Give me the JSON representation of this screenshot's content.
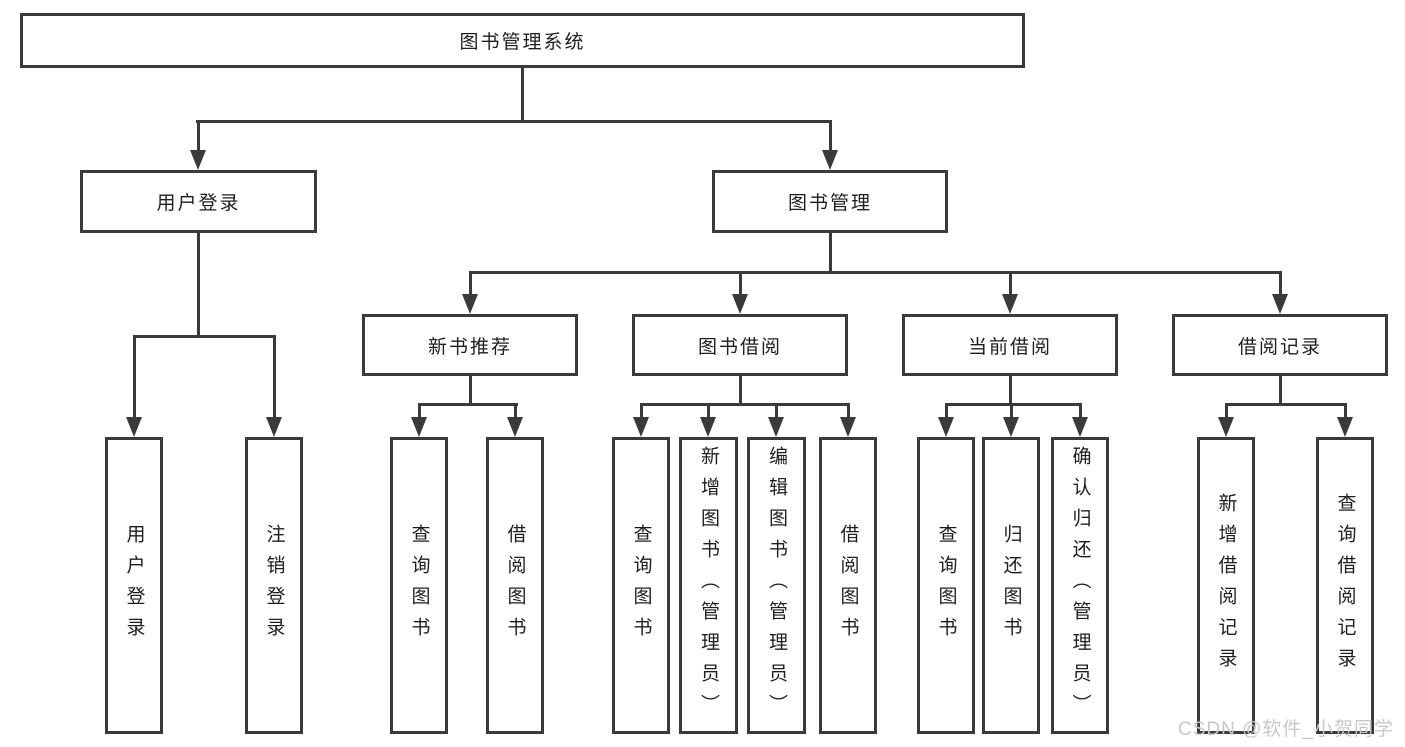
{
  "diagram": {
    "type": "tree",
    "title": "图书管理系统",
    "watermark": "CSDN @软件_小贺同学",
    "colors": {
      "line": "#3a3a3a",
      "text": "#1e1e1e",
      "watermark": "#c8c8c8",
      "background": "#ffffff"
    },
    "nodes": {
      "root": {
        "label": "图书管理系统"
      },
      "user_login": {
        "label": "用户登录"
      },
      "book_mgmt": {
        "label": "图书管理"
      },
      "new_book_rec": {
        "label": "新书推荐"
      },
      "book_borrow": {
        "label": "图书借阅"
      },
      "current_borrow": {
        "label": "当前借阅"
      },
      "borrow_records": {
        "label": "借阅记录"
      },
      "leaf_user_login": {
        "label": "用户登录"
      },
      "leaf_logout": {
        "label": "注销登录"
      },
      "leaf_query_book_1": {
        "label": "查询图书"
      },
      "leaf_borrow_book_1": {
        "label": "借阅图书"
      },
      "leaf_query_book_2": {
        "label": "查询图书"
      },
      "leaf_add_book": {
        "label": "新增图书（管理员）"
      },
      "leaf_edit_book": {
        "label": "编辑图书（管理员）"
      },
      "leaf_borrow_book_2": {
        "label": "借阅图书"
      },
      "leaf_query_book_3": {
        "label": "查询图书"
      },
      "leaf_return_book": {
        "label": "归还图书"
      },
      "leaf_confirm_return": {
        "label": "确认归还（管理员）"
      },
      "leaf_add_record": {
        "label": "新增借阅记录"
      },
      "leaf_query_record": {
        "label": "查询借阅记录"
      }
    },
    "hierarchy": {
      "图书管理系统": [
        "用户登录",
        "图书管理"
      ],
      "用户登录": [
        "用户登录",
        "注销登录"
      ],
      "图书管理": [
        "新书推荐",
        "图书借阅",
        "当前借阅",
        "借阅记录"
      ],
      "新书推荐": [
        "查询图书",
        "借阅图书"
      ],
      "图书借阅": [
        "查询图书",
        "新增图书（管理员）",
        "编辑图书（管理员）",
        "借阅图书"
      ],
      "当前借阅": [
        "查询图书",
        "归还图书",
        "确认归还（管理员）"
      ],
      "借阅记录": [
        "新增借阅记录",
        "查询借阅记录"
      ]
    }
  }
}
